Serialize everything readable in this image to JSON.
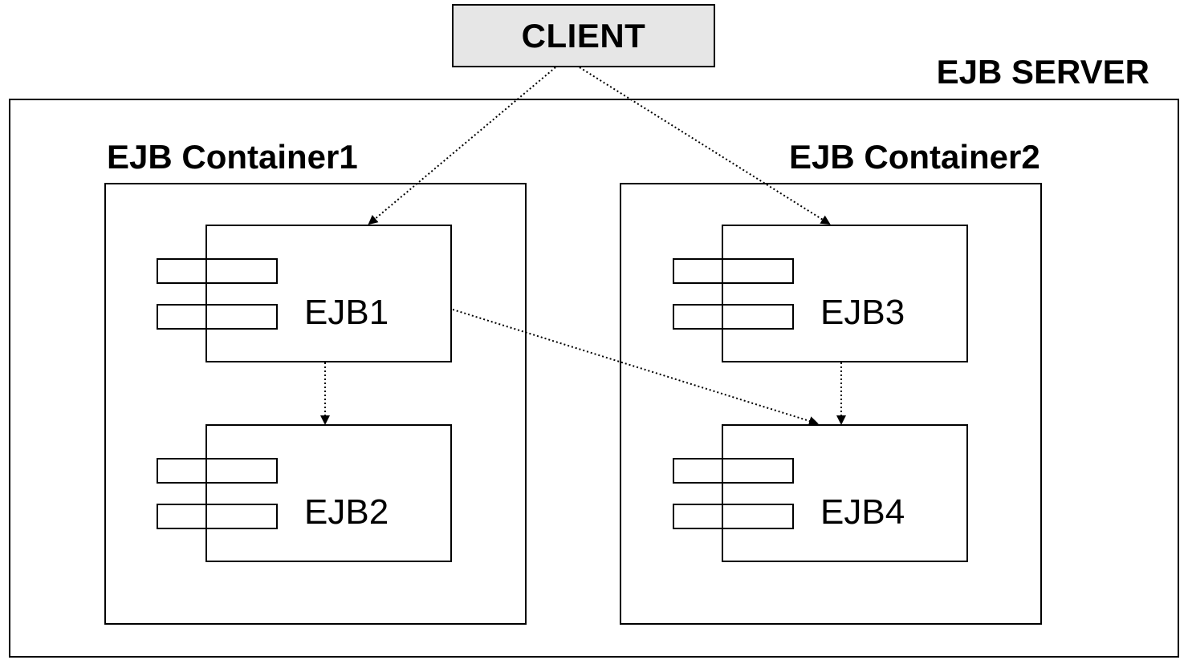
{
  "client": {
    "label": "CLIENT",
    "fill": "#e6e6e6"
  },
  "server": {
    "title": "EJB SERVER"
  },
  "containers": [
    {
      "title": "EJB Container1"
    },
    {
      "title": "EJB Container2"
    }
  ],
  "ejbs": [
    {
      "label": "EJB1"
    },
    {
      "label": "EJB2"
    },
    {
      "label": "EJB3"
    },
    {
      "label": "EJB4"
    }
  ],
  "connections": [
    {
      "from": "CLIENT",
      "to": "EJB1",
      "style": "dotted"
    },
    {
      "from": "CLIENT",
      "to": "EJB3",
      "style": "dotted"
    },
    {
      "from": "EJB1",
      "to": "EJB2",
      "style": "dotted"
    },
    {
      "from": "EJB1",
      "to": "EJB4",
      "style": "dotted"
    },
    {
      "from": "EJB3",
      "to": "EJB4",
      "style": "dotted"
    }
  ]
}
